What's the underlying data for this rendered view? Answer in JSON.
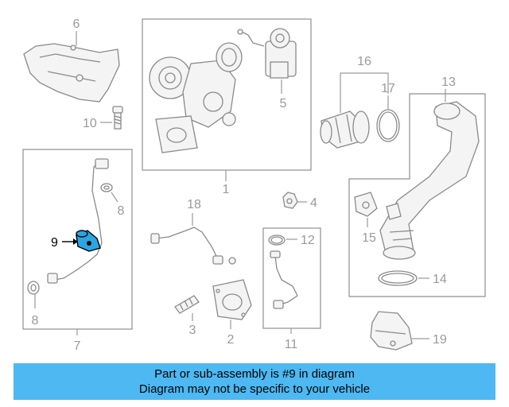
{
  "callouts": {
    "c1": "1",
    "c2": "2",
    "c3": "3",
    "c4": "4",
    "c5": "5",
    "c6": "6",
    "c7": "7",
    "c8a": "8",
    "c8b": "8",
    "c9": "9",
    "c10": "10",
    "c11": "11",
    "c12": "12",
    "c13": "13",
    "c14": "14",
    "c15": "15",
    "c16": "16",
    "c17": "17",
    "c18": "18",
    "c19": "19"
  },
  "highlighted_part": "9",
  "colors": {
    "highlight": "#29a6e6",
    "banner": "#4db8f1"
  },
  "banner": {
    "line1": "Part or sub-assembly is #9 in diagram",
    "line2": "Diagram may not be specific to your vehicle"
  }
}
